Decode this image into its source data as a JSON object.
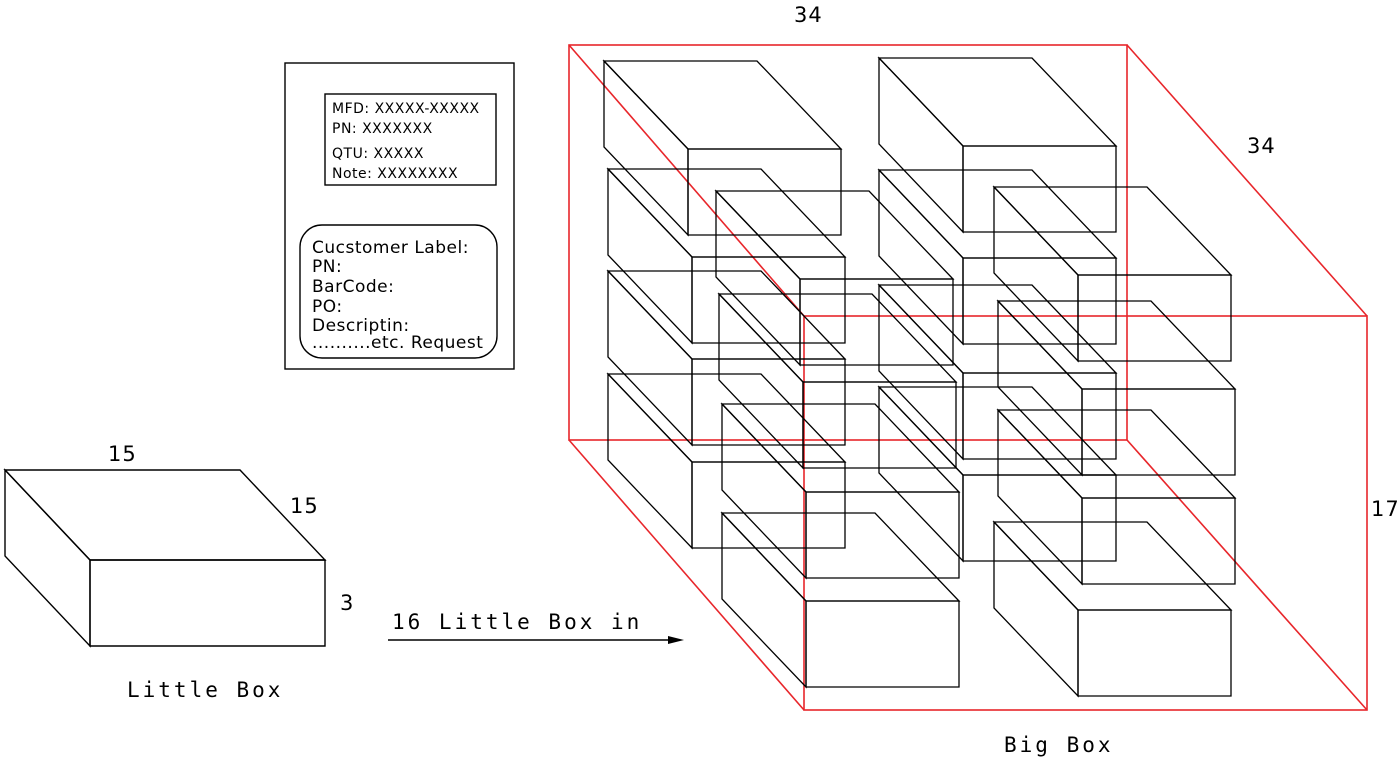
{
  "little_box": {
    "caption": "Little Box",
    "dim_width": "15",
    "dim_depth": "15",
    "dim_height": "3"
  },
  "arrow": {
    "label": "16 Little Box in"
  },
  "label_card": {
    "lines": [
      "MFD: XXXXX-XXXXX",
      "PN: XXXXXXX",
      "QTU: XXXXX",
      "Note: XXXXXXXX"
    ],
    "customer_lines": [
      "Cucstomer Label:",
      "PN:",
      "BarCode:",
      "PO:",
      "Descriptin:",
      "..........etc. Request"
    ]
  },
  "big_box": {
    "caption": "Big Box",
    "dim_width": "34",
    "dim_depth": "34",
    "dim_height": "17",
    "inner_box_count": 16,
    "colors": {
      "outline": "#e8262b",
      "inner": "#000000"
    }
  }
}
